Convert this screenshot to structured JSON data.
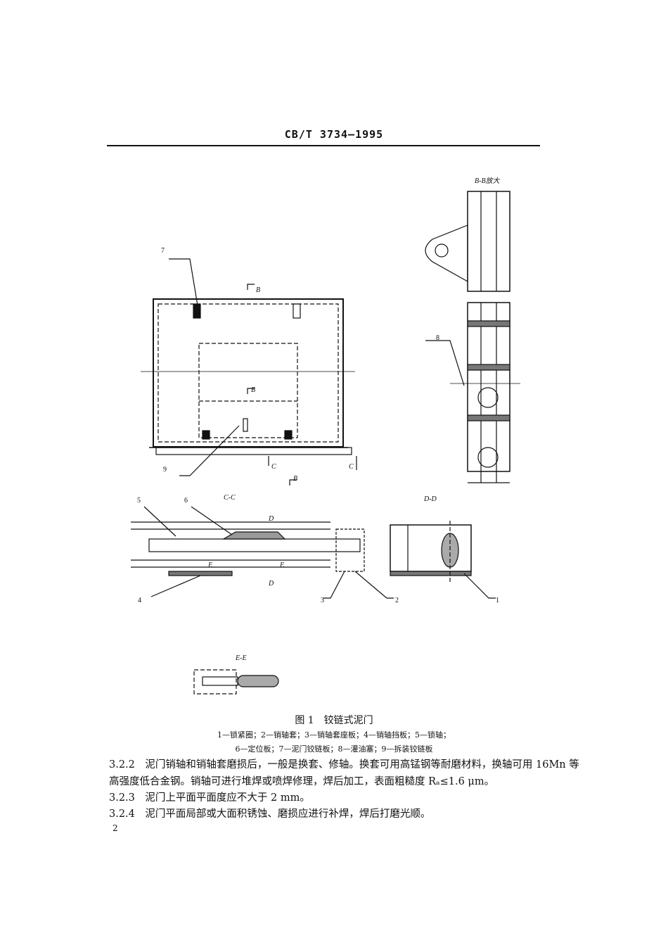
{
  "header": {
    "standard": "CB/T 3734—1995"
  },
  "figure": {
    "labels": {
      "l7": "7",
      "l9": "9",
      "l8": "8",
      "l5": "5",
      "l6": "6",
      "l4": "4",
      "l3": "3",
      "l2": "2",
      "l1": "1",
      "b1": "B",
      "b2": "B",
      "b3": "B",
      "c1": "C",
      "c2": "C",
      "d1": "D",
      "d2": "D",
      "e1": "E",
      "e2": "E",
      "bb": "B-B放大",
      "cc": "C-C",
      "dd": "D-D",
      "ee": "E-E"
    },
    "title": "图 1　铰链式泥门",
    "legend_line1": "1—锁紧圈；2—销轴套；3—销轴套座板；4—销轴挡板；5—锁轴；",
    "legend_line2": "6—定位板；7—泥门铰链板；8—灌油塞；9—拆装铰链板"
  },
  "body": {
    "p322a": "3.2.2　泥门销轴和销轴套磨损后，一般是换套、修轴。换套可用高锰钢等耐磨材料，换轴可用 16Mn 等",
    "p322b": "高强度低合金钢。销轴可进行堆焊或喷焊修理，焊后加工，表面粗糙度 Rₐ≤1.6 μm。",
    "p323": "3.2.3　泥门上平面平面度应不大于 2 mm。",
    "p324": "3.2.4　泥门平面局部或大面积锈蚀、磨损应进行补焊，焊后打磨光顺。"
  },
  "footer": {
    "page_number": "2"
  }
}
